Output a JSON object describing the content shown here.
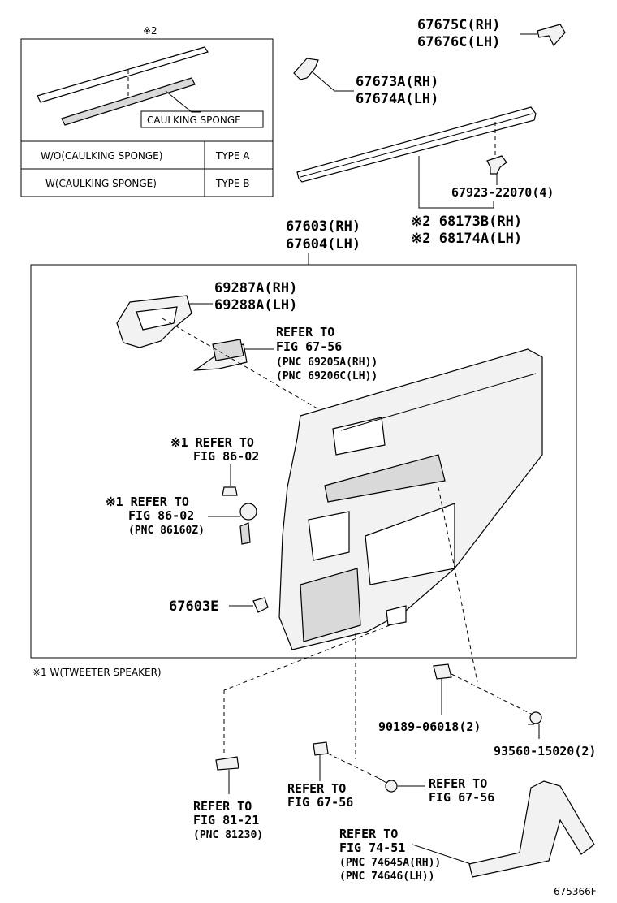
{
  "inset": {
    "mark": "※2",
    "callout": "CAULKING SPONGE",
    "rows": [
      {
        "condition": "W/O(CAULKING SPONGE)",
        "type": "TYPE A"
      },
      {
        "condition": "W(CAULKING SPONGE)",
        "type": "TYPE B"
      }
    ]
  },
  "labels": {
    "p67675c": "67675C(RH)",
    "p67676c": "67676C(LH)",
    "p67673a": "67673A(RH)",
    "p67674a": "67674A(LH)",
    "p67923": "67923-22070(4)",
    "p68173b": "※2 68173B(RH)",
    "p68174a": "※2 68174A(LH)",
    "p67603": "67603(RH)",
    "p67604": "67604(LH)",
    "p69287a": "69287A(RH)",
    "p69288a": "69288A(LH)",
    "ref6756a_1": "REFER TO",
    "ref6756a_2": "FIG 67-56",
    "ref6756a_3": "(PNC 69205A(RH))",
    "ref6756a_4": "(PNC 69206C(LH))",
    "ref8602a_1": "※1 REFER TO",
    "ref8602a_2": "FIG 86-02",
    "ref8602b_1": "※1 REFER TO",
    "ref8602b_2": "FIG 86-02",
    "ref8602b_3": "(PNC 86160Z)",
    "p67603e": "67603E",
    "footnote1": "※1 W(TWEETER SPEAKER)",
    "p90189": "90189-06018(2)",
    "p93560": "93560-15020(2)",
    "ref6756b_1": "REFER TO",
    "ref6756b_2": "FIG 67-56",
    "ref6756c_1": "REFER TO",
    "ref6756c_2": "FIG 67-56",
    "ref8121_1": "REFER TO",
    "ref8121_2": "FIG 81-21",
    "ref8121_3": "(PNC 81230)",
    "ref7451_1": "REFER TO",
    "ref7451_2": "FIG 74-51",
    "ref7451_3": "(PNC 74645A(RH))",
    "ref7451_4": "(PNC 74646(LH))",
    "code": "675366F"
  }
}
